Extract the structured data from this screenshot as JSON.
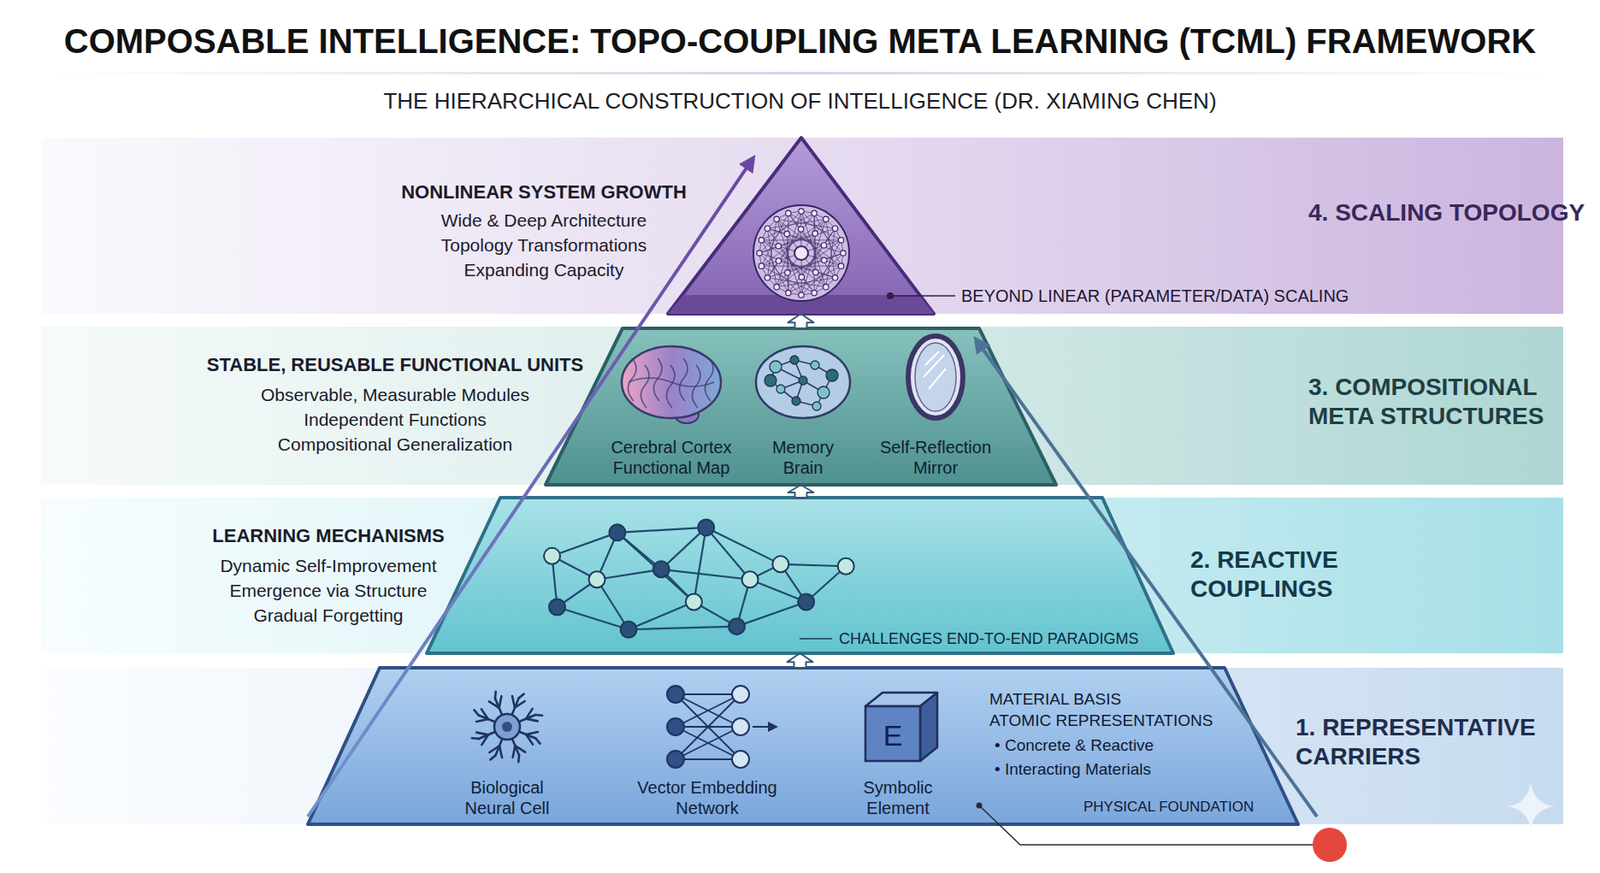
{
  "diagram": {
    "title": "COMPOSABLE INTELLIGENCE: TOPO-COUPLING META LEARNING (TCML) FRAMEWORK",
    "nodes": [
      {
        "text": [
          "NONLINEAR SYSTEM GROWTH",
          "Wide & Deep Architecture Topology Transformations Expanding Capacity",
          "4. SCALING TOPOLOGY"
        ]
      },
      {
        "text": [
          "BEYOND LINEAR (PARAMETER/DATA) SCALING"
        ],
        "in": 0
      },
      {
        "text": [
          "STABLE, REUSABLE FUNCTIONAL UNITS",
          "Observable, Measurable Modules Independent Functions Compositional Generalization",
          "3. COMPOSITIONAL META STRUCTURES"
        ]
      },
      {
        "text": [
          "Cerebral Cortex Functional Map",
          "Memory Brain",
          "Self-Reflection Mirror"
        ],
        "in": 2
      },
      {
        "text": [
          "LEARNING MECHANISMS",
          "Dynamic Self-Improvement Emergence via Structure Gradual Forgetting",
          "2. REACTIVE COUPLINGS"
        ]
      },
      {
        "text": [
          "CHALLENGES END-TO-END PARADIGMS"
        ],
        "in": 4
      },
      {
        "text": [
          "1. REPRESENTATIVE CARRIERS"
        ]
      },
      {
        "text": [
          "Biological Neural Cell",
          "Vector Embedding Network",
          "E",
          "Symbolic Element",
          "MATERIAL BASIS",
          "ATOMIC REPRESENTATIONS",
          "• Concrete & Reactive",
          "• Interacting Materials",
          "PHYSICAL FOUNDATION"
        ],
        "in": 6
      }
    ],
    "edges": [
      {
        "from": 7,
        "to": 5,
        "arrow": "to"
      },
      {
        "from": 5,
        "to": 3,
        "arrow": "to"
      },
      {
        "from": 3,
        "to": 1,
        "arrow": "to"
      }
    ],
    "labels": [
      "THE HIERARCHICAL CONSTRUCTION OF INTELLIGENCE (DR. XIAMING CHEN)"
    ]
  }
}
